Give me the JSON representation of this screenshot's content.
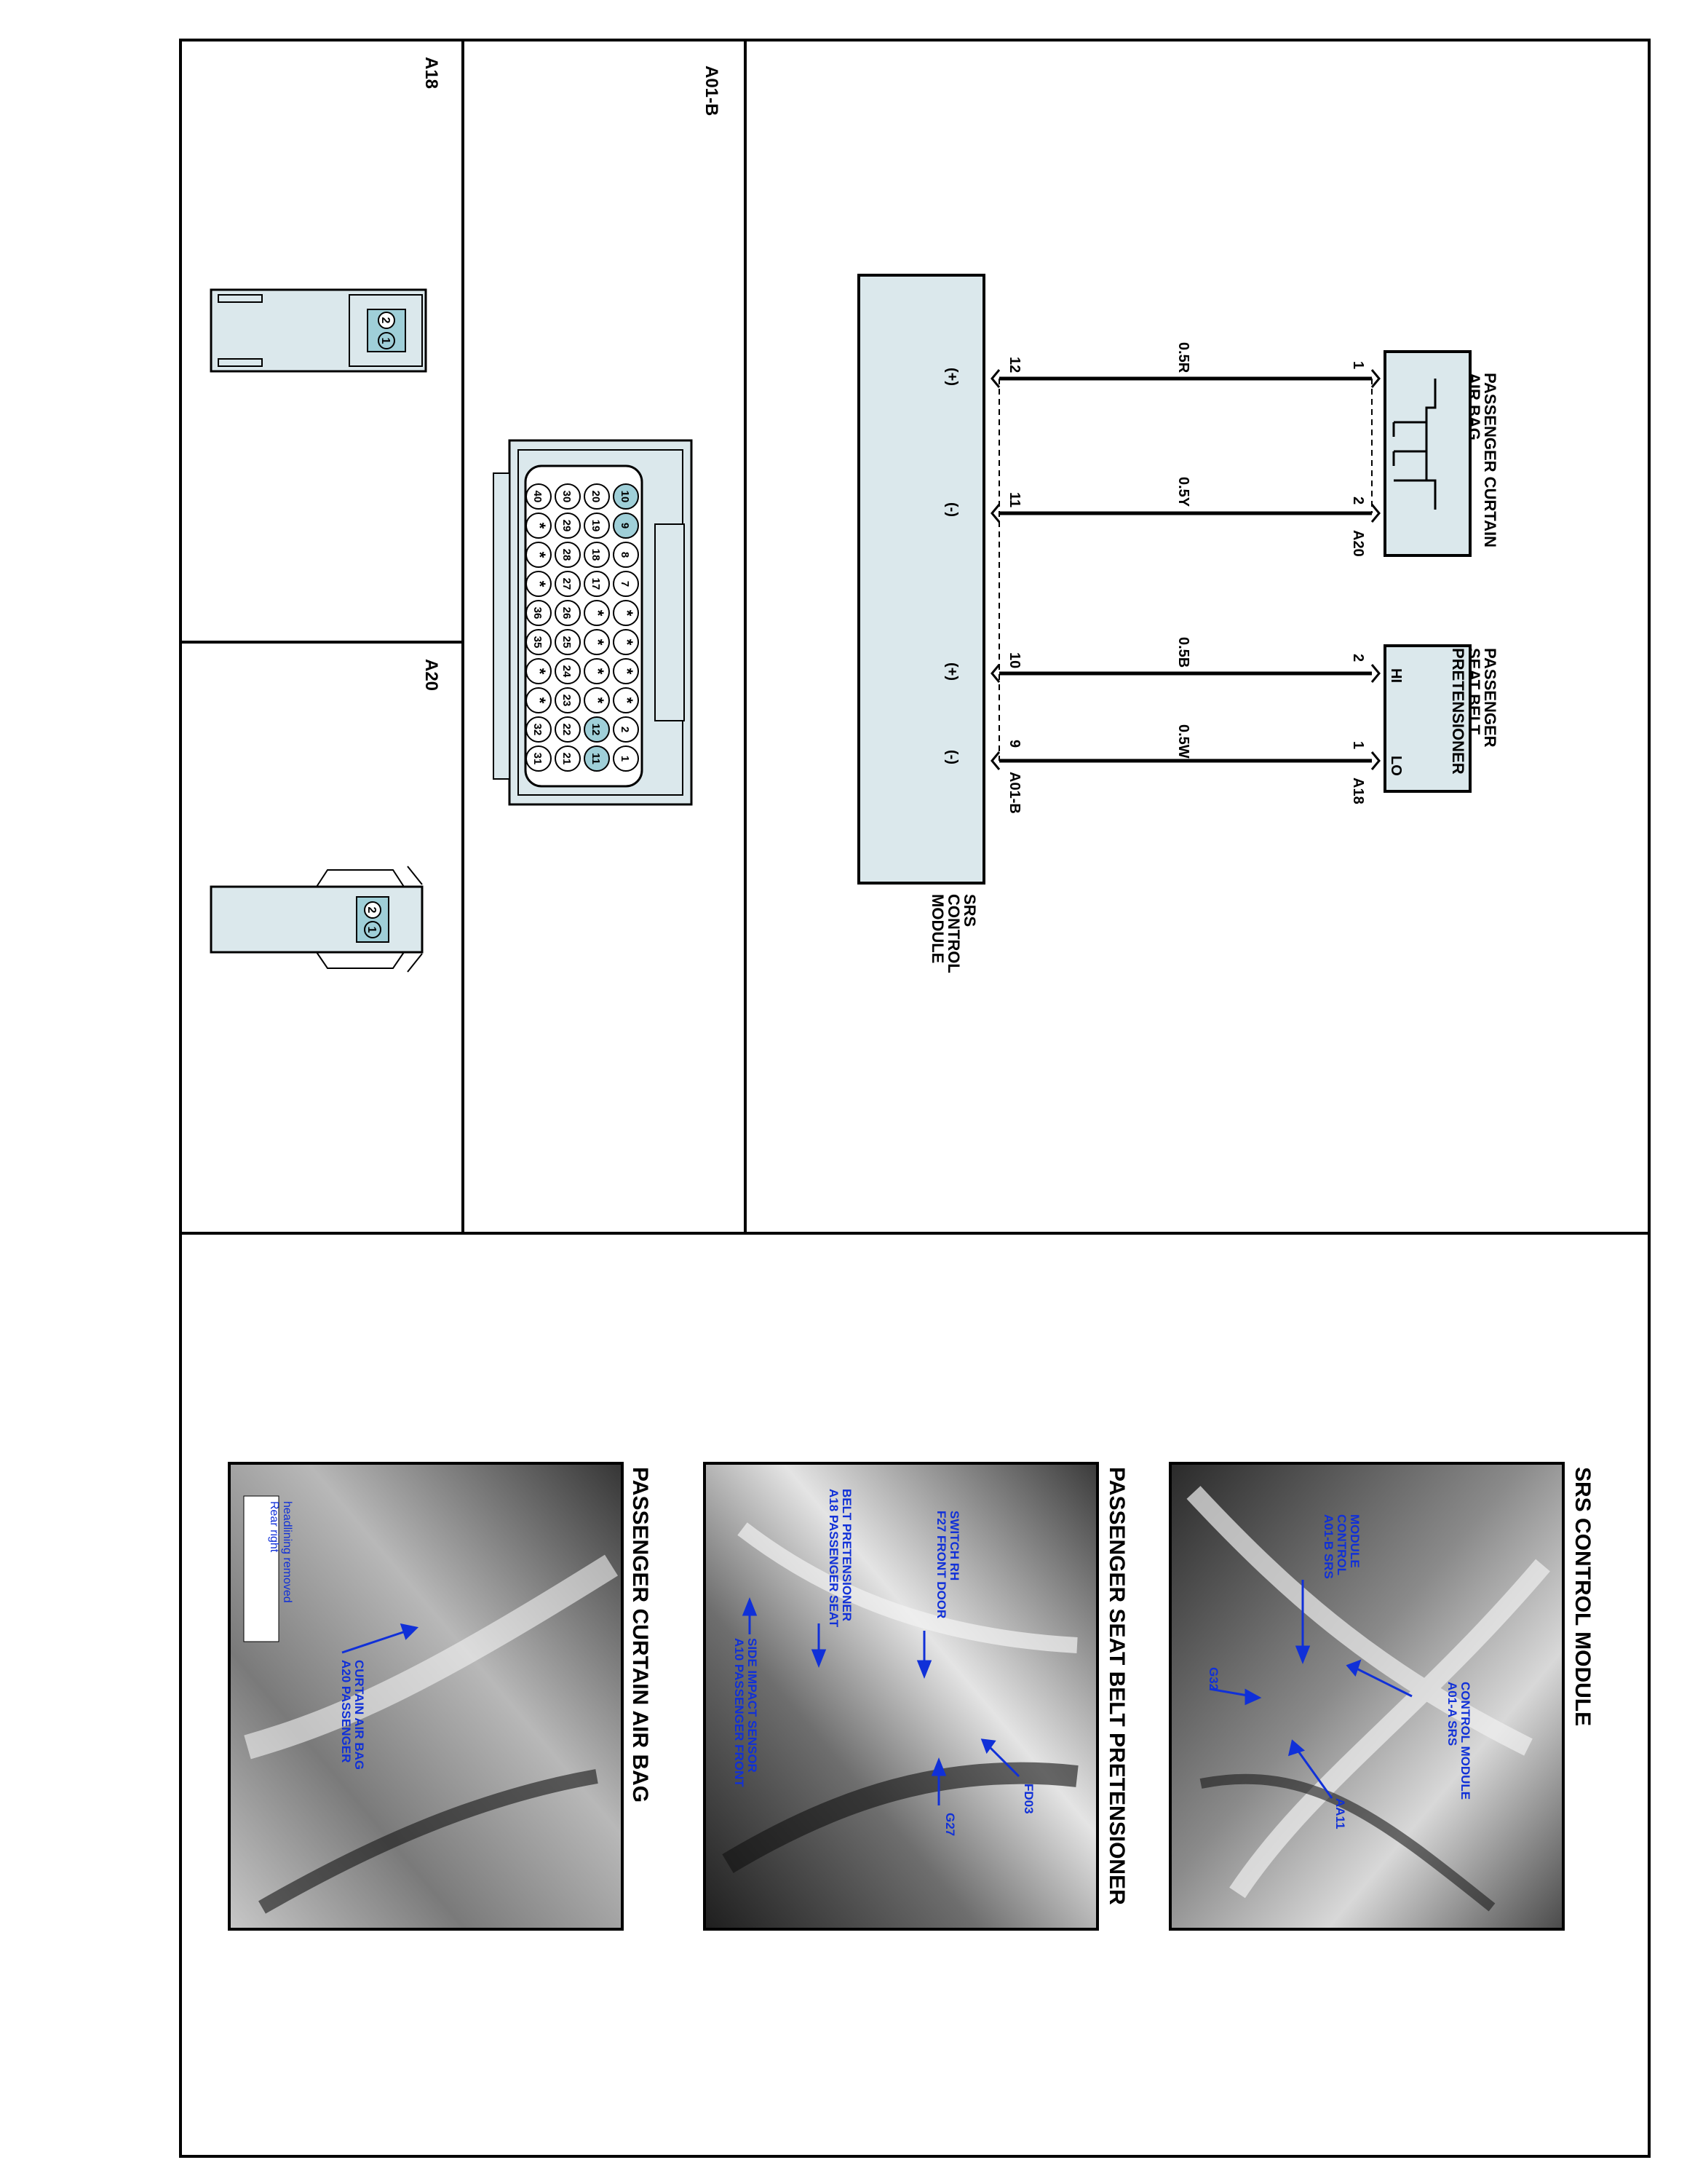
{
  "diagram": {
    "components": {
      "curtain": {
        "l1": "PASSENGER CURTAIN",
        "l2": "AIR BAG",
        "connector": "A20"
      },
      "pretensioner": {
        "l1": "PASSENGER",
        "l2": "SEAT BELT",
        "l3": "PRETENSIONER",
        "connector": "A18",
        "hi": "HI",
        "lo": "LO"
      },
      "module": {
        "l1": "SRS",
        "l2": "CONTROL",
        "l3": "MODULE",
        "connector": "A01-B"
      }
    },
    "wires": [
      {
        "color": "0.5R",
        "from_pin": "1",
        "to_pin": "12",
        "polarity": "(+)"
      },
      {
        "color": "0.5Y",
        "from_pin": "2",
        "to_pin": "11",
        "polarity": "(-)"
      },
      {
        "color": "0.5B",
        "from_pin": "2",
        "to_pin": "10",
        "polarity": "(+)"
      },
      {
        "color": "0.5W",
        "from_pin": "1",
        "to_pin": "9",
        "polarity": "(-)"
      }
    ]
  },
  "connector_views": {
    "a01b": {
      "label": "A01-B"
    },
    "a18": {
      "label": "A18",
      "pin2": "2",
      "pin1": "1"
    },
    "a20": {
      "label": "A20",
      "pin2": "2",
      "pin1": "1"
    },
    "a01b_pins": {
      "row1": [
        "10",
        "9",
        "8",
        "7",
        "*",
        "*",
        "*",
        "*",
        "2",
        "1"
      ],
      "row2": [
        "20",
        "19",
        "18",
        "17",
        "*",
        "*",
        "*",
        "*",
        "12",
        "11"
      ],
      "row3": [
        "30",
        "29",
        "28",
        "27",
        "26",
        "25",
        "24",
        "23",
        "22",
        "21"
      ],
      "row4": [
        "40",
        "*",
        "*",
        "*",
        "36",
        "35",
        "*",
        "*",
        "32",
        "31"
      ],
      "highlighted": [
        "10",
        "9",
        "12",
        "11"
      ]
    }
  },
  "photos": {
    "srs": {
      "title": "SRS CONTROL MODULE",
      "callouts": {
        "a01b": [
          "A01-B SRS",
          "CONTROL",
          "MODULE"
        ],
        "a01a": [
          "A01-A SRS",
          "CONTROL MODULE"
        ],
        "g32": "G32",
        "aa11": "AA11"
      }
    },
    "pretensioner": {
      "title": "PASSENGER SEAT BELT PRETENSIONER",
      "callouts": {
        "f27": [
          "F27 FRONT DOOR",
          "SWITCH RH"
        ],
        "a18": [
          "A18 PASSENGER SEAT",
          "BELT PRETENSIONER"
        ],
        "a10": [
          "A10 PASSENGER FRONT",
          "SIDE IMPACT SENSOR"
        ],
        "fd03": "FD03",
        "g27": "G27"
      }
    },
    "curtain": {
      "title": "PASSENGER CURTAIN AIR BAG",
      "callouts": {
        "a20": [
          "A20 PASSENGER",
          "CURTAIN AIR BAG"
        ],
        "note": [
          "Rear right",
          "headlining removed"
        ]
      }
    }
  },
  "colors": {
    "component_fill": "#dbe8ec",
    "pin_highlight": "#9fcfd8",
    "callout": "#1030d8",
    "photo_dark": "#2c2c2c",
    "photo_light": "#9a9a9a"
  }
}
